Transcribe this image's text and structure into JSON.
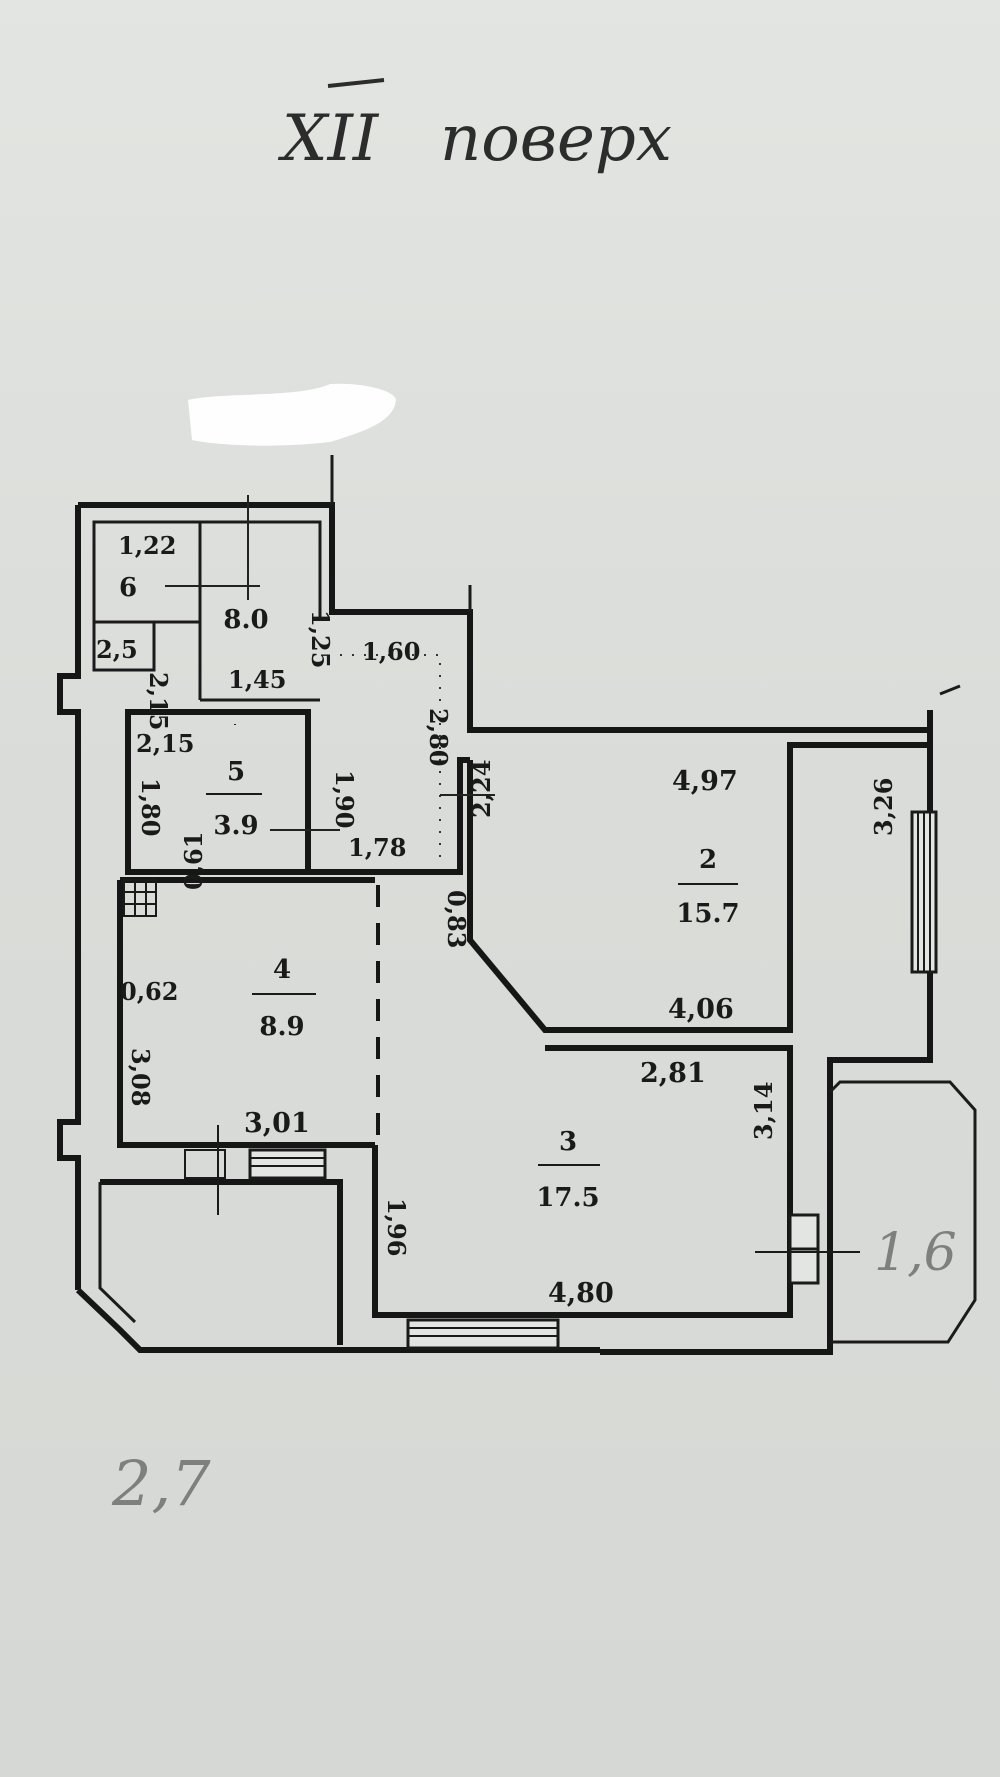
{
  "header": {
    "floor_roman": "XII",
    "floor_word": "поверх"
  },
  "rooms": [
    {
      "id": "room-2",
      "number": "2",
      "area": "15.7"
    },
    {
      "id": "room-3",
      "number": "3",
      "area": "17.5"
    },
    {
      "id": "room-4",
      "number": "4",
      "area": "8.9"
    },
    {
      "id": "room-5",
      "number": "5",
      "area": "3.9"
    },
    {
      "id": "room-6",
      "number": "6",
      "area": ""
    },
    {
      "id": "hall",
      "number": "",
      "area": "8.0"
    }
  ],
  "dimensions": {
    "d_1_22": "1,22",
    "d_1_25": "1,25",
    "d_2_5": "2,5",
    "d_2_15_small": "2,15",
    "d_1_45": "1,45",
    "d_1_60": "1,60",
    "d_2_80": "2,80",
    "d_2_15": "2,15",
    "d_1_90": "1,90",
    "d_1_80": "1,80",
    "d_1_78": "1,78",
    "d_2_24": "2,24",
    "d_4_97": "4,97",
    "d_3_26": "3,26",
    "d_4_06": "4,06",
    "d_0_61": "0,61",
    "d_0_83": "0,83",
    "d_0_62": "0,62",
    "d_3_08": "3,08",
    "d_3_01": "3,01",
    "d_2_81": "2,81",
    "d_3_14": "3,14",
    "d_1_96": "1,96",
    "d_4_80": "4,80"
  },
  "annotations": {
    "balcony_right": "1,6",
    "balcony_left": "2,7"
  }
}
